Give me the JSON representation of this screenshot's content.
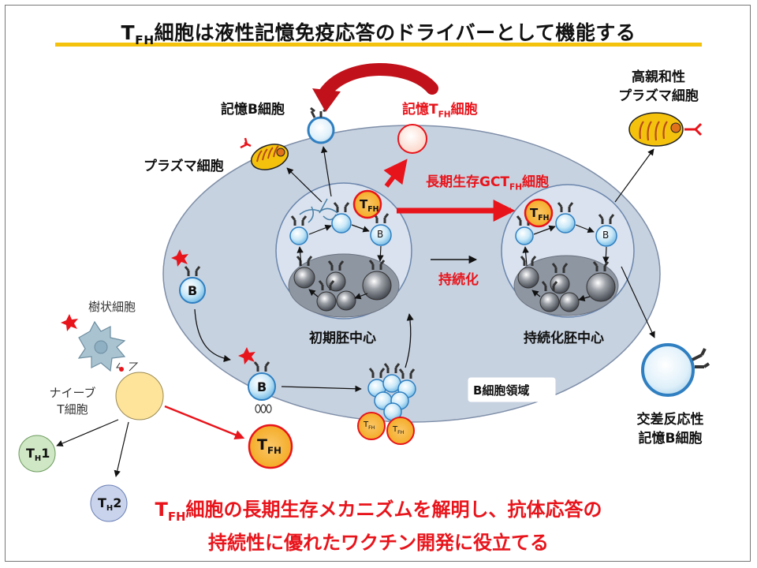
{
  "title": {
    "pre": "T",
    "sub": "FH",
    "rest": "細胞は液性記憶免疫応答のドライバーとして機能する"
  },
  "labels": {
    "memory_b": "記憶B細胞",
    "memory_tfh": {
      "pre": "記憶T",
      "sub": "FH",
      "post": "細胞"
    },
    "plasma": "プラズマ細胞",
    "long_lived": {
      "pre": "長期生存GCT",
      "sub": "FH",
      "post": "細胞"
    },
    "high_affinity": [
      "高親和性",
      "プラズマ細胞"
    ],
    "dendritic": "樹状細胞",
    "naive": [
      "ナイーブ",
      "T細胞"
    ],
    "th1": {
      "pre": "T",
      "sub": "H",
      "post": "1"
    },
    "th2": {
      "pre": "T",
      "sub": "H",
      "post": "2"
    },
    "b": "B",
    "tfh": {
      "pre": "T",
      "sub": "FH"
    },
    "early_gc": "初期胚中心",
    "sustained": "持続化",
    "sustained_gc": "持続化胚中心",
    "b_zone": "B細胞領域",
    "cross_reactive": [
      "交差反応性",
      "記憶B細胞"
    ]
  },
  "conclusion": {
    "line1_pre": "T",
    "line1_sub": "FH",
    "line1_post": "細胞の長期生存メカニズムを解明し、抗体応答の",
    "line2": "持続性に優れたワクチン開発に役立てる"
  },
  "colors": {
    "accent_red": "#e8141b",
    "title_underline": "#f4c20d",
    "b_zone_fill": "#c7d2e0",
    "tfh_fill": "#f2a71b",
    "b_cell_fill": "#bfe3f7"
  }
}
